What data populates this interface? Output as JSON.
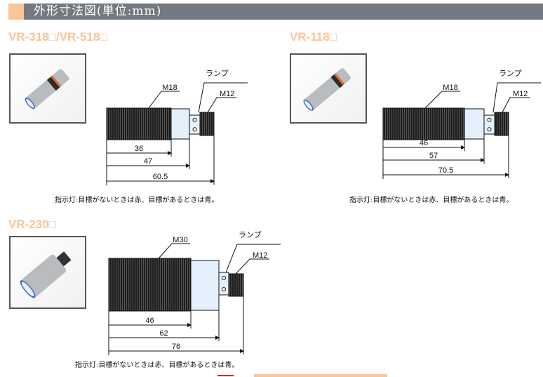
{
  "header": {
    "title": "外形寸法図(単位:mm)"
  },
  "colors": {
    "accent": "#f8c49a",
    "bar": "#737981",
    "thread": "#1e1e1e",
    "body": "#e4f0fb"
  },
  "sections": [
    {
      "title": "VR-318□/VR-518□",
      "thread_label": "M18",
      "lamp_label": "ランプ",
      "connector_label": "M12",
      "dims": [
        "36",
        "47",
        "60.5"
      ],
      "caption": "指示灯:目標がないときは赤、目標があるときは青。"
    },
    {
      "title": "VR-118□",
      "thread_label": "M18",
      "lamp_label": "ランプ",
      "connector_label": "M12",
      "dims": [
        "46",
        "57",
        "70.5"
      ],
      "caption": "指示灯:目標がないときは赤、目標があるときは青。"
    },
    {
      "title": "VR-230□",
      "thread_label": "M30",
      "lamp_label": "ランプ",
      "connector_label": "M12",
      "dims": [
        "46",
        "62",
        "76"
      ],
      "caption": "指示灯:目標がないときは赤、目標があるときは青。"
    }
  ]
}
